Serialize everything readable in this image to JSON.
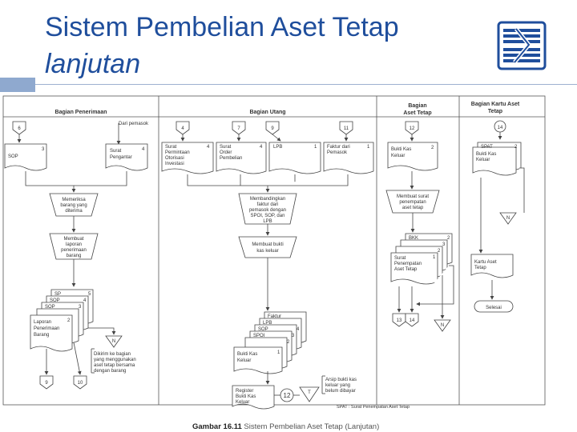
{
  "title": {
    "line1": "Sistem Pembelian Aset Tetap",
    "line2": "lanjutan"
  },
  "logo_icon": "company-logo-icon",
  "columns": {
    "penerimaan": "Bagian Penerimaan",
    "utang": "Bagian Utang",
    "aset_tetap_1": "Bagian",
    "aset_tetap_2": "Aset Tetap",
    "kartu_1": "Bagian Kartu Aset",
    "kartu_2": "Tetap"
  },
  "connectors": {
    "c6": "6",
    "c4": "4",
    "c7": "7",
    "c9": "9",
    "c11": "11",
    "c12": "12",
    "c14": "14",
    "c9b": "9",
    "c10b": "10",
    "c13b": "13",
    "c14b": "14",
    "c12b": "12"
  },
  "penerimaan": {
    "dari_pemasok": "Dari pemasok",
    "sop": "SOP",
    "sop_n": "3",
    "surat_pengantar": [
      "Surat",
      "Pengantar"
    ],
    "sp_n": "4",
    "proc_memeriksa": [
      "Memeriksa",
      "barang yang",
      "diterima"
    ],
    "proc_membuat": [
      "Membuat",
      "laporan",
      "penerimaan",
      "barang"
    ],
    "stack": [
      "SP",
      "SOP",
      "SOP"
    ],
    "stack_n": [
      "5",
      "4",
      "3"
    ],
    "laporan": [
      "Laporan",
      "Penerimaan",
      "Barang"
    ],
    "laporan_n": "2",
    "offpage": "N",
    "note": [
      "Dikirim ke bagian",
      "yang menggunakan",
      "aset tetap bersama",
      "dengan barang"
    ]
  },
  "utang": {
    "docs": [
      {
        "lines": [
          "Surat",
          "Permintaan",
          "Otorisasi",
          "Investasi"
        ],
        "n": "4"
      },
      {
        "lines": [
          "Surat",
          "Order",
          "Pembelian"
        ],
        "n": "4"
      },
      {
        "lines": [
          "LPB"
        ],
        "n": "1"
      },
      {
        "lines": [
          "Faktur dari",
          "Pemasok"
        ],
        "n": "1"
      }
    ],
    "proc_membandingkan": [
      "Membandingkan",
      "faktur dari",
      "pemasok dengan",
      "SPOI, SOP, dan",
      "LPB"
    ],
    "proc_bukti": [
      "Membuat bukti",
      "kas keluar"
    ],
    "stack": [
      "Faktur",
      "LPB",
      "SOP",
      "SPOI"
    ],
    "stack_n": [
      "4",
      "3",
      "2"
    ],
    "bukti_kas": [
      "Bukti Kas",
      "Keluar"
    ],
    "bukti_n": "1",
    "register": [
      "Register",
      "Bukti Kas",
      "Keluar"
    ],
    "file_t": "T",
    "arsip_note": [
      "Arsip bukti kas",
      "keluar yang",
      "belum dibayar"
    ]
  },
  "aset_tetap": {
    "bukti_kas": [
      "Bukti Kas",
      "Keluar"
    ],
    "bukti_n": "2",
    "proc": [
      "Membuat surat",
      "penempatan",
      "aset tetap"
    ],
    "bkk": "BKK",
    "bkk_n": "2",
    "stack_n": [
      "3",
      "2",
      "1"
    ],
    "spat": [
      "Surat",
      "Penempatan",
      "Aset Tetap"
    ],
    "offpage": "N"
  },
  "kartu": {
    "spat": "SPAT",
    "spat_n": "2",
    "bukti": [
      "Bukti Kas",
      "Keluar"
    ],
    "offpage": "N",
    "kartu_doc": [
      "Kartu Aset",
      "Tetap"
    ],
    "selesai": "Selesai"
  },
  "legend": "SPAT : Surat Penempatan Aset Tetap",
  "caption": {
    "bold": "Gambar 16.11",
    "rest": " Sistem Pembelian Aset Tetap (Lanjutan)"
  }
}
